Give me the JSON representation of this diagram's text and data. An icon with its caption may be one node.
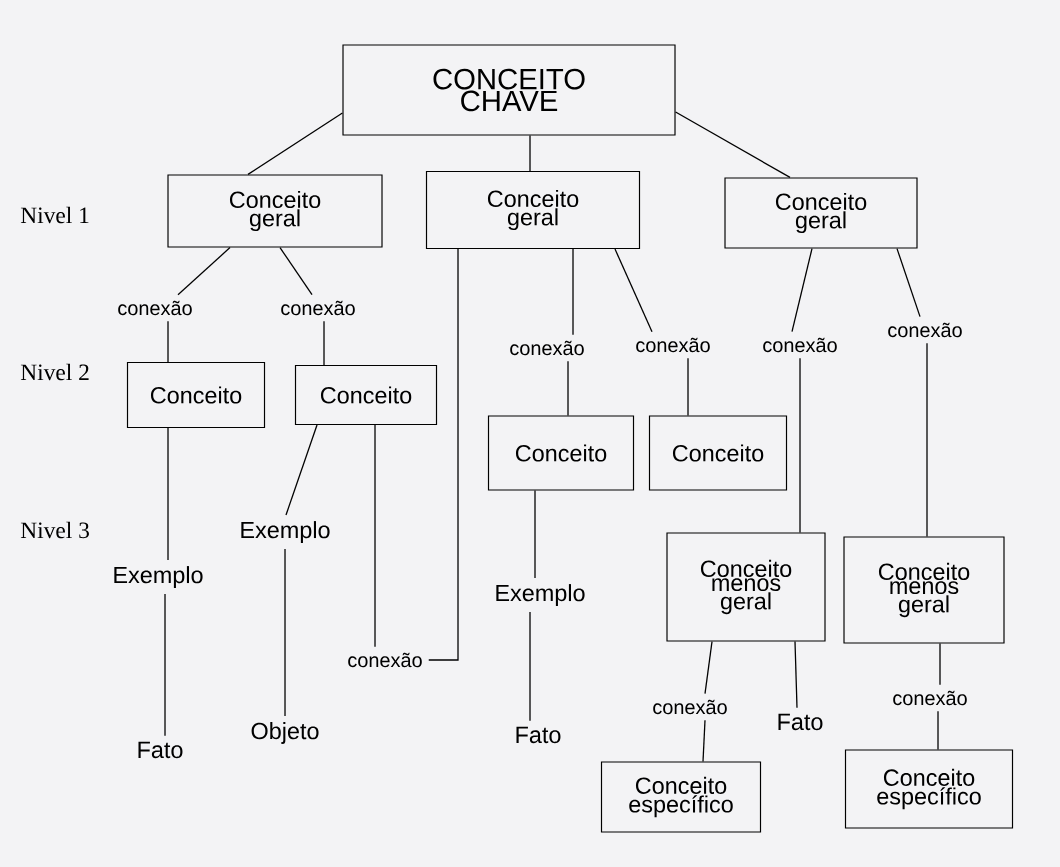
{
  "diagram": {
    "nodes": [
      {
        "text": [
          "CONCEITO CHAVE"
        ]
      },
      {
        "text": [
          "Conceito geral"
        ]
      },
      {
        "text": [
          "Conceito geral"
        ]
      },
      {
        "text": [
          "Conceito geral"
        ]
      },
      {
        "text": [
          "conexão"
        ]
      },
      {
        "text": [
          "conexão"
        ]
      },
      {
        "text": [
          "conexão"
        ]
      },
      {
        "text": [
          "conexão"
        ]
      },
      {
        "text": [
          "conexão"
        ]
      },
      {
        "text": [
          "conexão"
        ]
      },
      {
        "text": [
          "Conceito"
        ]
      },
      {
        "text": [
          "Conceito"
        ]
      },
      {
        "text": [
          "Conceito"
        ]
      },
      {
        "text": [
          "Conceito"
        ]
      },
      {
        "text": [
          "Exemplo"
        ]
      },
      {
        "text": [
          "Exemplo"
        ]
      },
      {
        "text": [
          "Conceito menos geral"
        ]
      },
      {
        "text": [
          "Conceito menos geral"
        ]
      },
      {
        "text": [
          "Exemplo"
        ]
      },
      {
        "text": [
          "conexão"
        ]
      },
      {
        "text": [
          "conexão"
        ]
      },
      {
        "text": [
          "conexão"
        ]
      },
      {
        "text": [
          "Fato"
        ]
      },
      {
        "text": [
          "Objeto"
        ]
      },
      {
        "text": [
          "Fato"
        ]
      },
      {
        "text": [
          "Fato"
        ]
      },
      {
        "text": [
          "Conceito específico"
        ]
      },
      {
        "text": [
          "Conceito específico"
        ]
      }
    ],
    "edges": [
      {
        "from": 0,
        "to": 1,
        "arrow": "none"
      },
      {
        "from": 0,
        "to": 2,
        "arrow": "none"
      },
      {
        "from": 0,
        "to": 3,
        "arrow": "none"
      },
      {
        "from": 1,
        "to": 4,
        "arrow": "none"
      },
      {
        "from": 1,
        "to": 5,
        "arrow": "none"
      },
      {
        "from": 2,
        "to": 6,
        "arrow": "none"
      },
      {
        "from": 2,
        "to": 7,
        "arrow": "none"
      },
      {
        "from": 3,
        "to": 8,
        "arrow": "none"
      },
      {
        "from": 3,
        "to": 9,
        "arrow": "none"
      },
      {
        "from": 4,
        "to": 10,
        "arrow": "none"
      },
      {
        "from": 5,
        "to": 11,
        "arrow": "none"
      },
      {
        "from": 6,
        "to": 12,
        "arrow": "none"
      },
      {
        "from": 7,
        "to": 13,
        "arrow": "none"
      },
      {
        "from": 8,
        "to": 16,
        "arrow": "none"
      },
      {
        "from": 9,
        "to": 17,
        "arrow": "none"
      },
      {
        "from": 10,
        "to": 15,
        "arrow": "none"
      },
      {
        "from": 15,
        "to": 25,
        "arrow": "none"
      },
      {
        "from": 11,
        "to": 14,
        "arrow": "none"
      },
      {
        "from": 14,
        "to": 23,
        "arrow": "none"
      },
      {
        "from": 11,
        "to": 19,
        "arrow": "none"
      },
      {
        "from": 2,
        "to": 19,
        "arrow": "none"
      },
      {
        "from": 12,
        "to": 18,
        "arrow": "none"
      },
      {
        "from": 18,
        "to": 24,
        "arrow": "none"
      },
      {
        "from": 16,
        "to": 20,
        "arrow": "none"
      },
      {
        "from": 20,
        "to": 26,
        "arrow": "none"
      },
      {
        "from": 16,
        "to": 22,
        "arrow": "none"
      },
      {
        "from": 17,
        "to": 21,
        "arrow": "none"
      },
      {
        "from": 21,
        "to": 27,
        "arrow": "none"
      }
    ],
    "labels": [
      "Nivel 1",
      "Nivel 2",
      "Nivel 3"
    ]
  }
}
